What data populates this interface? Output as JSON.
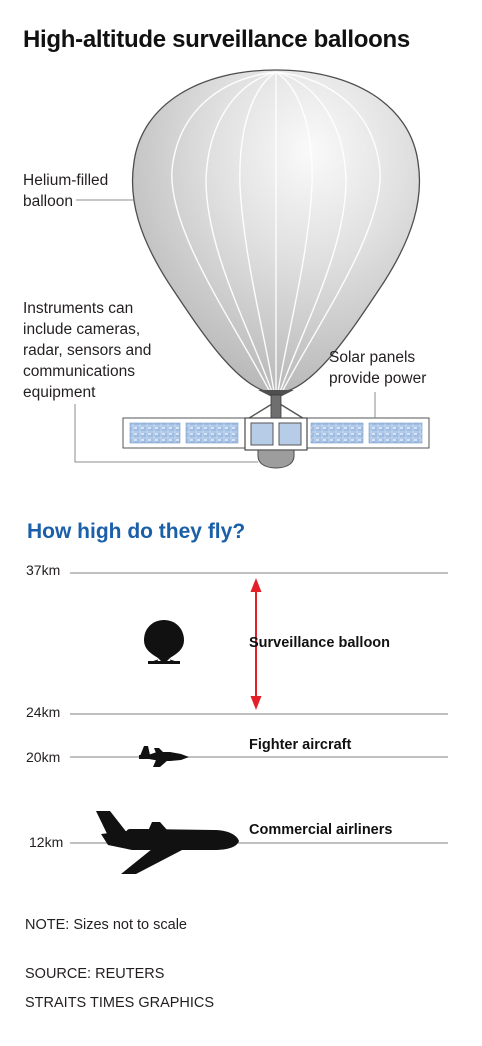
{
  "title": "High-altitude surveillance balloons",
  "callouts": {
    "balloon": [
      "Helium-filled",
      "balloon"
    ],
    "instruments": [
      "Instruments can",
      "include cameras,",
      "radar, sensors and",
      "communications",
      "equipment"
    ],
    "solar": [
      "Solar panels",
      "provide power"
    ]
  },
  "altitude_section": {
    "heading": "How high do they fly?",
    "levels": [
      {
        "altitude": "37km",
        "value_km": 37
      },
      {
        "altitude": "24km",
        "value_km": 24
      },
      {
        "altitude": "20km",
        "value_km": 20
      },
      {
        "altitude": "12km",
        "value_km": 12
      }
    ],
    "craft": [
      {
        "label": "Surveillance balloon",
        "range_km": [
          24,
          37
        ]
      },
      {
        "label": "Fighter aircraft",
        "altitude_km": 20
      },
      {
        "label": "Commercial airliners",
        "altitude_km": 12
      }
    ]
  },
  "footer": {
    "note": "NOTE: Sizes not to scale",
    "source": "SOURCE: REUTERS",
    "credit": "STRAITS TIMES GRAPHICS"
  },
  "colors": {
    "heading_blue": "#1a5fa8",
    "arrow_red": "#e3202a",
    "balloon_grey": "#c9c9c9",
    "solar_cell_blue": "#a9c4e6"
  }
}
